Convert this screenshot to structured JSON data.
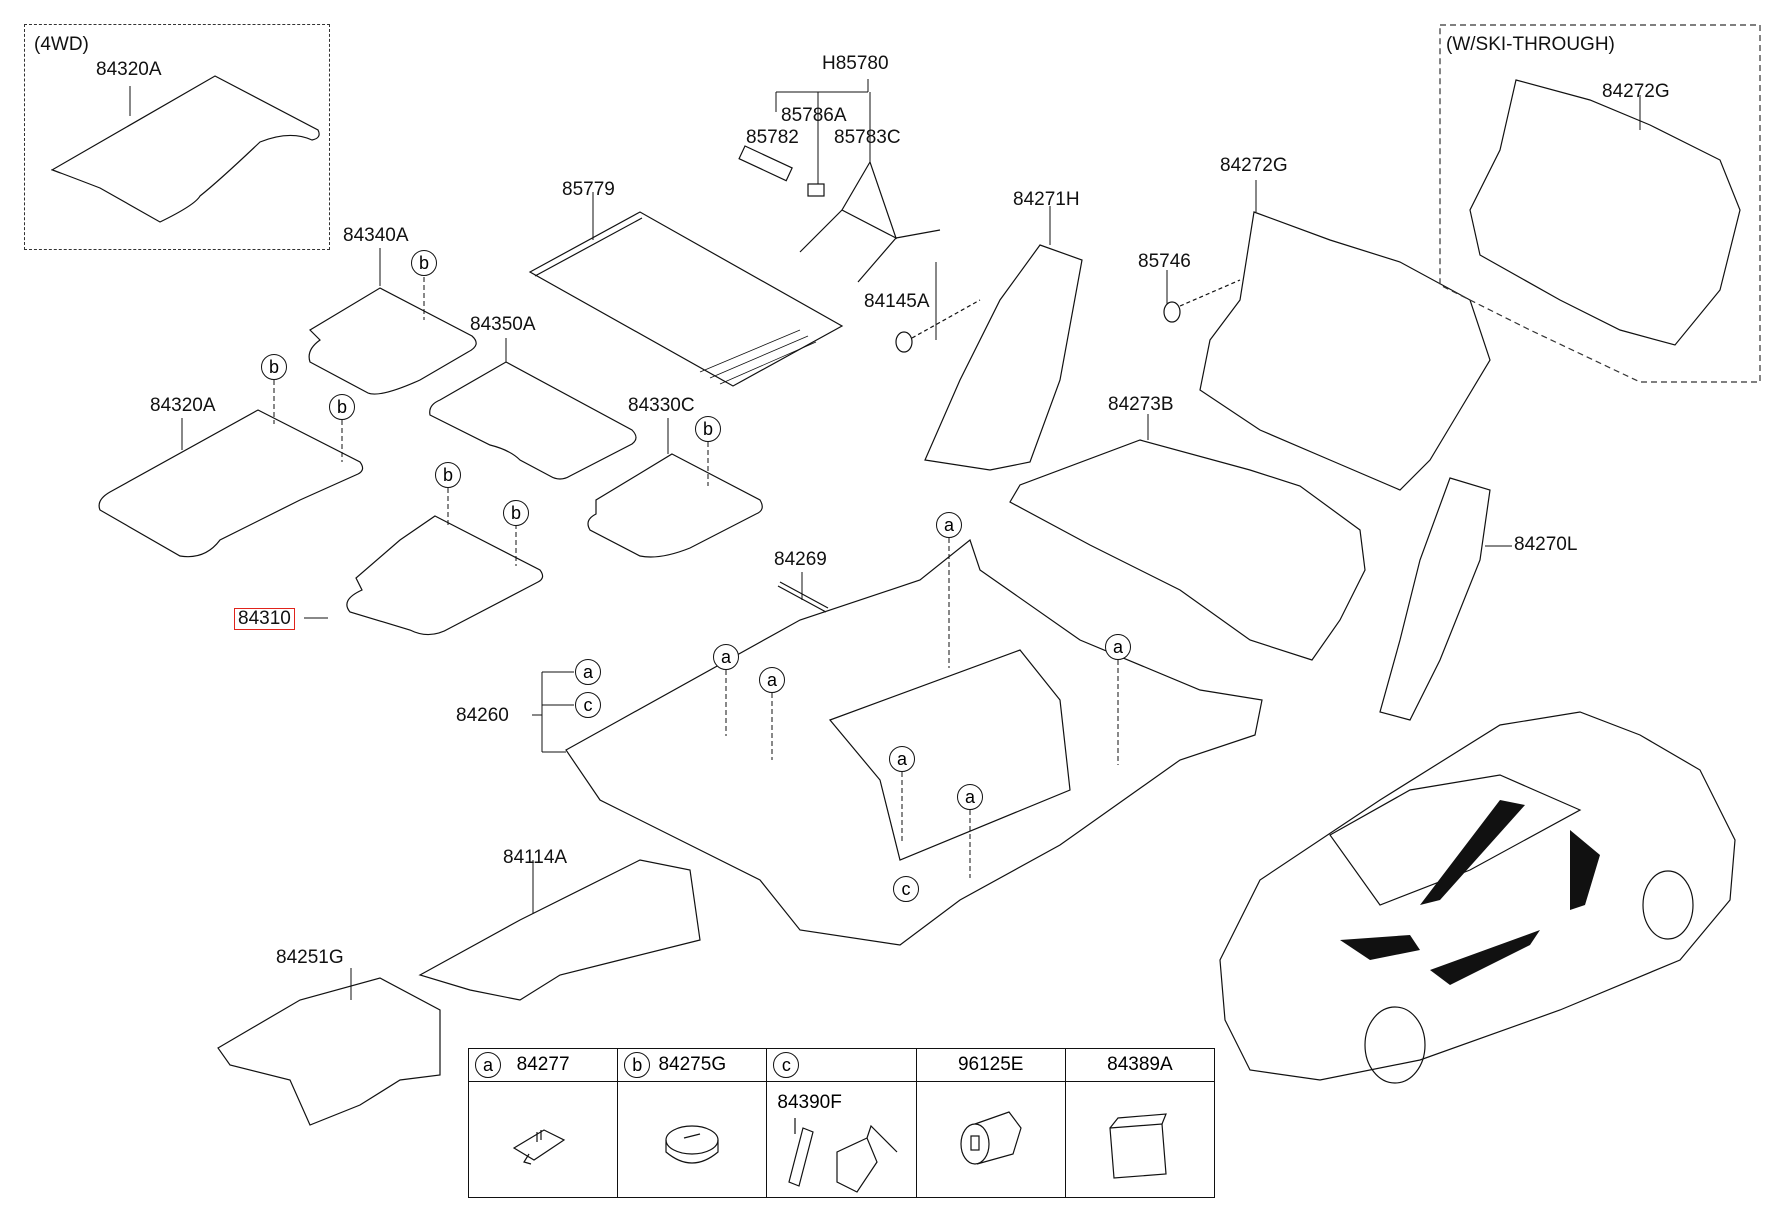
{
  "diagram": {
    "title": "Floor covering / carpet & isolation pad parts diagram",
    "highlight_color": "#e0231b",
    "line_color": "#111111",
    "variant_boxes": [
      {
        "id": "4wd",
        "label": "(4WD)",
        "parts": [
          "84320A"
        ]
      },
      {
        "id": "ski-through",
        "label": "(W/SKI-THROUGH)",
        "parts": [
          "84272G"
        ]
      }
    ],
    "parts": [
      {
        "id": "84320A-4wd",
        "number": "84320A",
        "name": "rear floor mat (4WD)"
      },
      {
        "id": "84340A",
        "number": "84340A",
        "name": "floor mat",
        "callouts": [
          "b"
        ]
      },
      {
        "id": "84350A",
        "number": "84350A",
        "name": "floor mat"
      },
      {
        "id": "84320A",
        "number": "84320A",
        "name": "floor mat",
        "callouts": [
          "b",
          "b"
        ]
      },
      {
        "id": "84330C",
        "number": "84330C",
        "name": "floor mat",
        "callouts": [
          "b"
        ]
      },
      {
        "id": "84310",
        "number": "84310",
        "name": "floor mat (driver)",
        "callouts": [
          "b",
          "b"
        ],
        "highlighted": true
      },
      {
        "id": "85779",
        "number": "85779",
        "name": "luggage net"
      },
      {
        "id": "H85780",
        "number": "H85780",
        "name": "warning triangle kit",
        "children": [
          "85786A",
          "85782",
          "85783C"
        ]
      },
      {
        "id": "85786A",
        "number": "85786A"
      },
      {
        "id": "85782",
        "number": "85782"
      },
      {
        "id": "85783C",
        "number": "85783C"
      },
      {
        "id": "84145A",
        "number": "84145A",
        "name": "clip"
      },
      {
        "id": "84271H",
        "number": "84271H",
        "name": "isolation pad"
      },
      {
        "id": "85746",
        "number": "85746",
        "name": "fastener"
      },
      {
        "id": "84272G",
        "number": "84272G",
        "name": "rear isolation pad"
      },
      {
        "id": "84272G-ski",
        "number": "84272G",
        "name": "rear isolation pad (ski-through)"
      },
      {
        "id": "84273B",
        "number": "84273B",
        "name": "floor isolation pad"
      },
      {
        "id": "84270L",
        "number": "84270L",
        "name": "isolation pad"
      },
      {
        "id": "84269",
        "number": "84269",
        "name": "carpet bracket"
      },
      {
        "id": "84260",
        "number": "84260",
        "name": "floor carpet",
        "callouts": [
          "a",
          "c"
        ]
      },
      {
        "id": "84114A",
        "number": "84114A",
        "name": "tunnel pad"
      },
      {
        "id": "84251G",
        "number": "84251G",
        "name": "dash isolation pad"
      }
    ],
    "floor_callouts": [
      "a",
      "a",
      "a",
      "a",
      "a",
      "a",
      "a",
      "c"
    ]
  },
  "legend": {
    "columns": [
      {
        "key": "a",
        "part": "84277",
        "sub": "",
        "icon": "carpet-clip-icon"
      },
      {
        "key": "b",
        "part": "84275G",
        "sub": "",
        "icon": "mat-fastener-icon"
      },
      {
        "key": "c",
        "part": "",
        "sub": "84390F",
        "icon": "footrest-pedal-icon"
      },
      {
        "key": "",
        "part": "96125E",
        "sub": "",
        "icon": "power-outlet-icon"
      },
      {
        "key": "",
        "part": "84389A",
        "sub": "",
        "icon": "pouch-icon"
      }
    ]
  }
}
